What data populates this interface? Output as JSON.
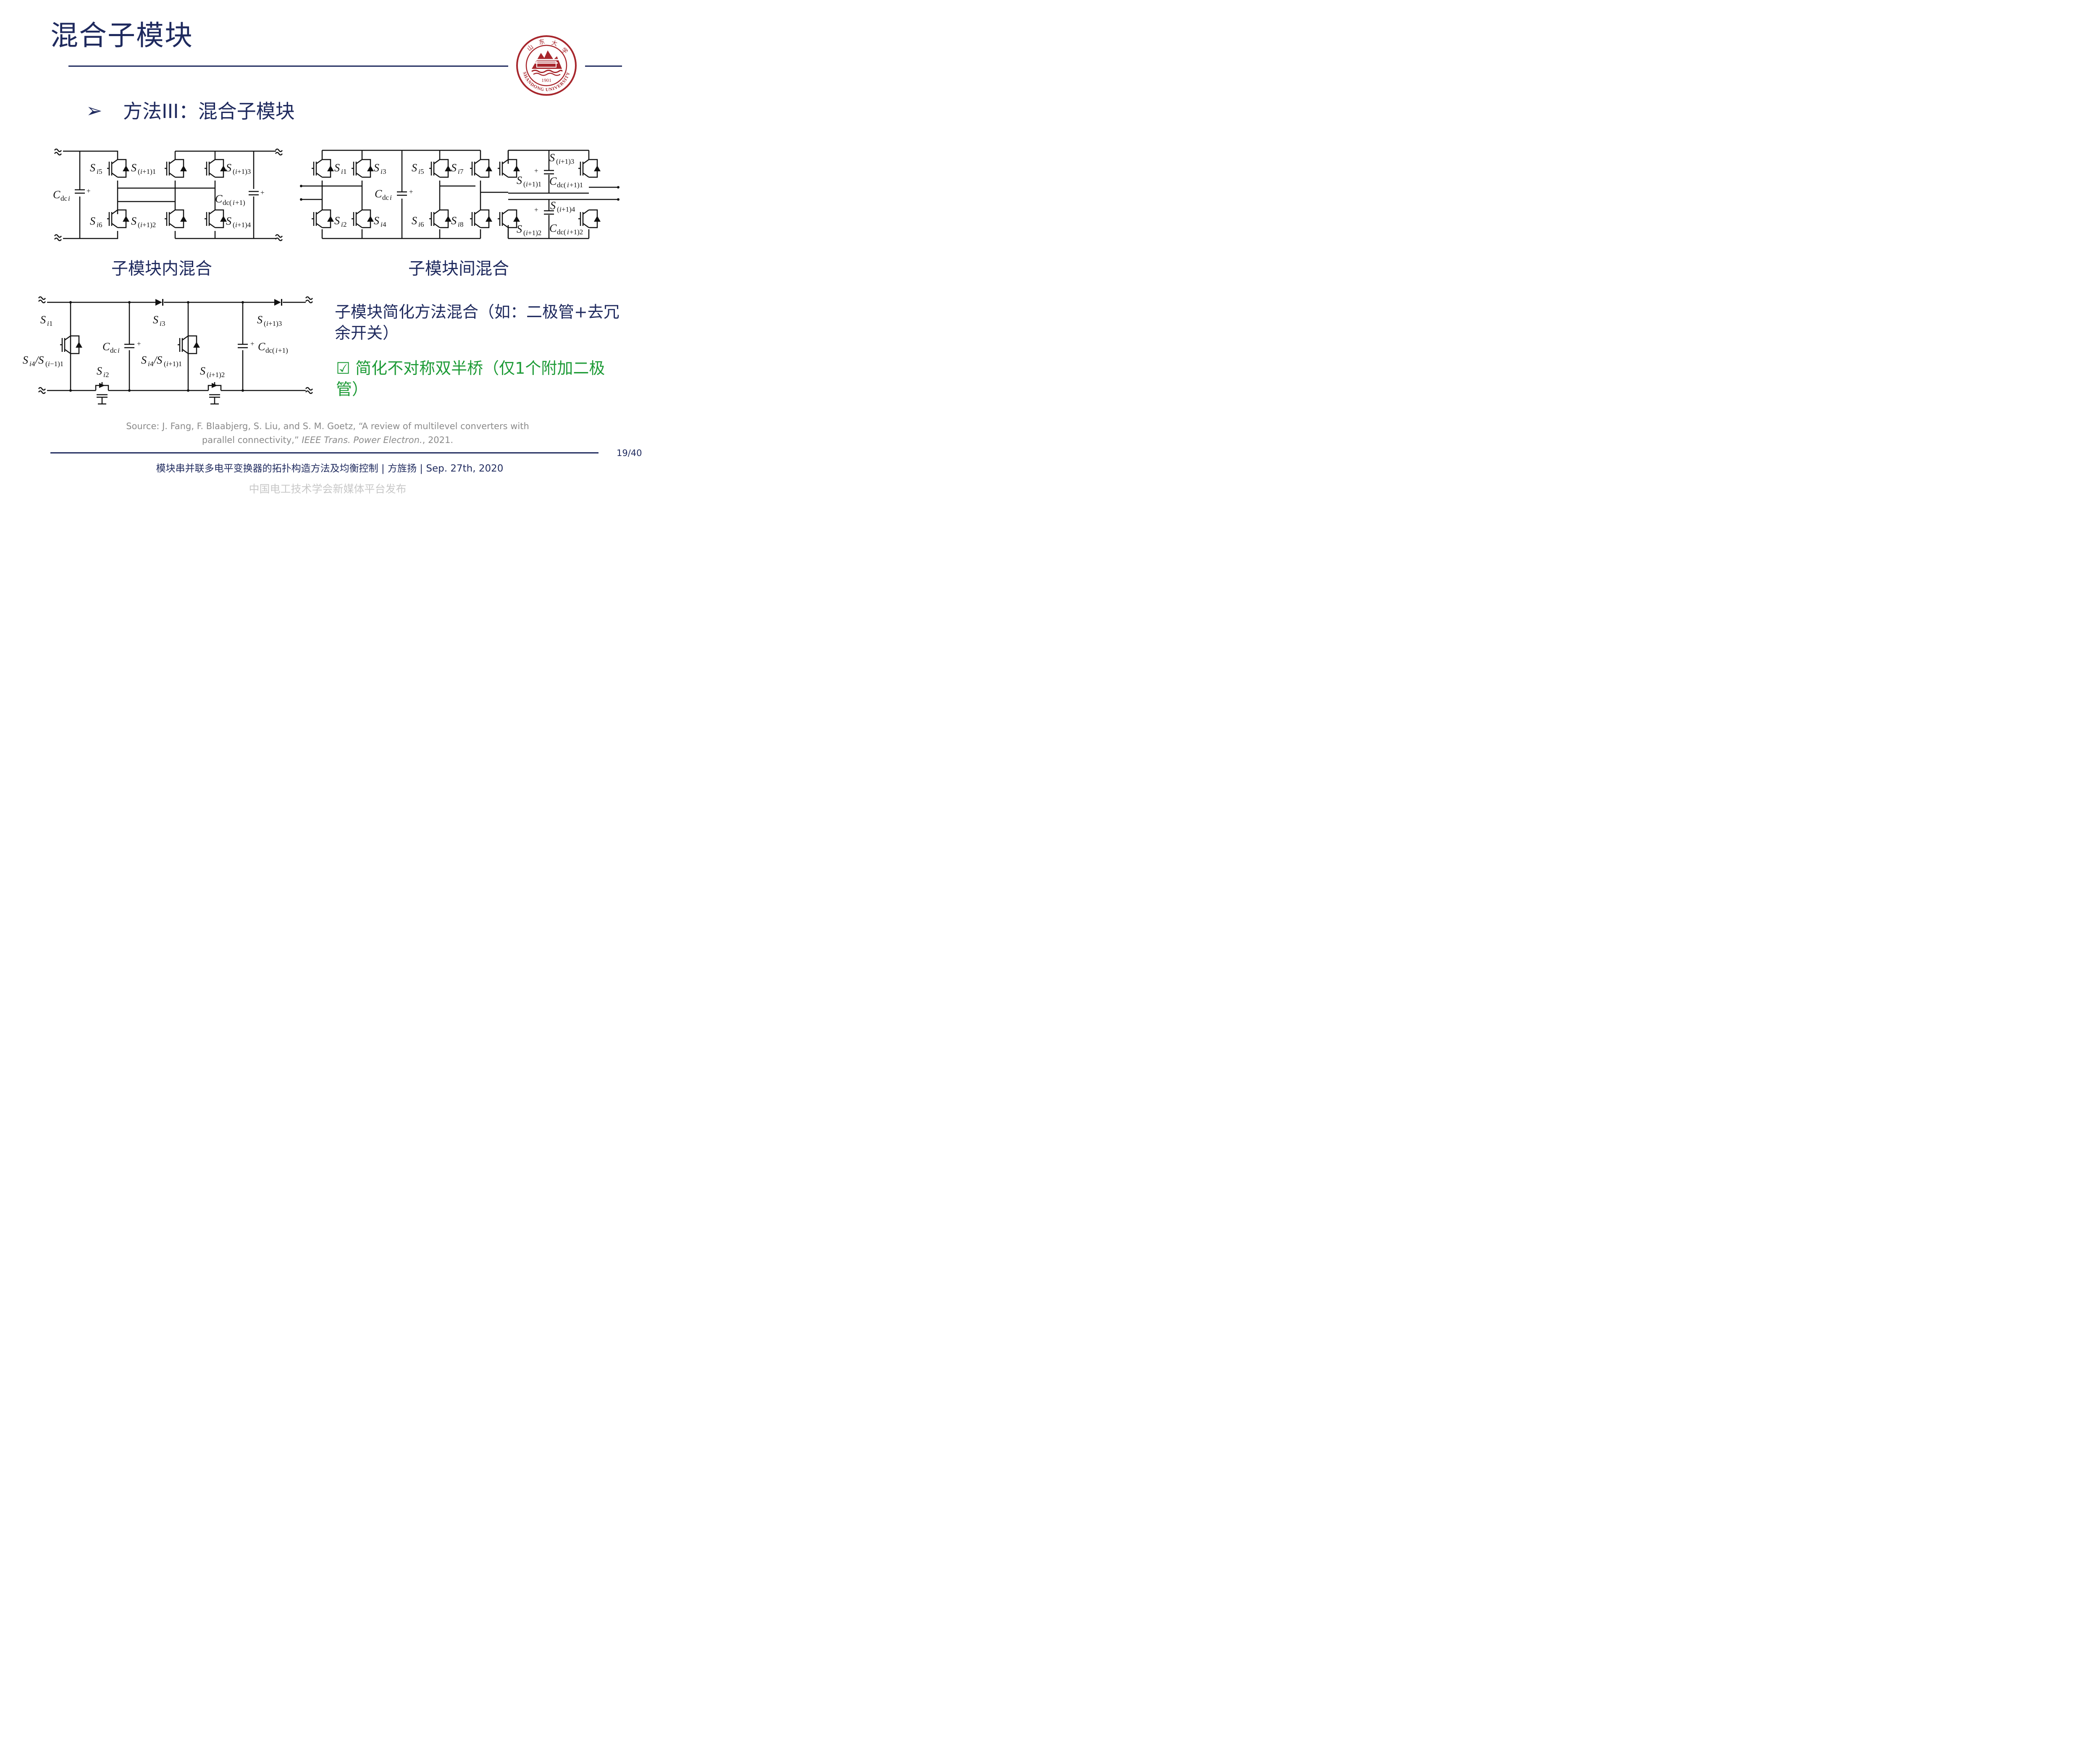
{
  "title": "混合子模块",
  "logo": {
    "text": "SHANDONG UNIVERSITY",
    "year": "1901",
    "chars": "山东大学",
    "color": "#a7262c"
  },
  "bullet": {
    "marker": "➢",
    "text": "方法III：混合子模块"
  },
  "captions": {
    "intra": "子模块内混合",
    "inter": "子模块间混合"
  },
  "description": "子模块简化方法混合（如：二极管+去冗余开关）",
  "check": {
    "marker": "☑",
    "text": "简化不对称双半桥（仅1个附加二极管）"
  },
  "source": {
    "prefix": "Source: J. Fang, F. Blaabjerg, S. Liu, and S. M. Goetz, “A review of multilevel converters with",
    "line2_start": "parallel connectivity,” ",
    "journal": "IEEE Trans. Power Electron.",
    "line2_end": ", 2021."
  },
  "page_number": "19/40",
  "footer": "模块串并联多电平变换器的拓扑构造方法及均衡控制 | 方旌扬 | Sep. 27th, 2020",
  "watermark": "中国电工技术学会新媒体平台发布",
  "colors": {
    "navy": "#1f2a5e",
    "green": "#1e9b37",
    "gray": "#8a8a8a",
    "logo_red": "#a7262c"
  }
}
